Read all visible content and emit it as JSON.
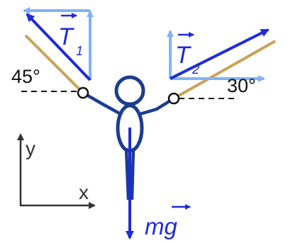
{
  "labels": {
    "t1": "T",
    "t1_sub": "1",
    "t2": "T",
    "t2_sub": "2",
    "angle_left": "45°",
    "angle_right": "30°",
    "axis_y": "y",
    "axis_x": "x",
    "weight": "mg"
  },
  "colors": {
    "tension_light": "#7fb3f5",
    "tension_dark": "#1f2bd6",
    "rope": "#c9a35a",
    "figure": "#1b3d8f",
    "axis": "#333333",
    "label": "#1f2bd6",
    "text": "#111111"
  }
}
